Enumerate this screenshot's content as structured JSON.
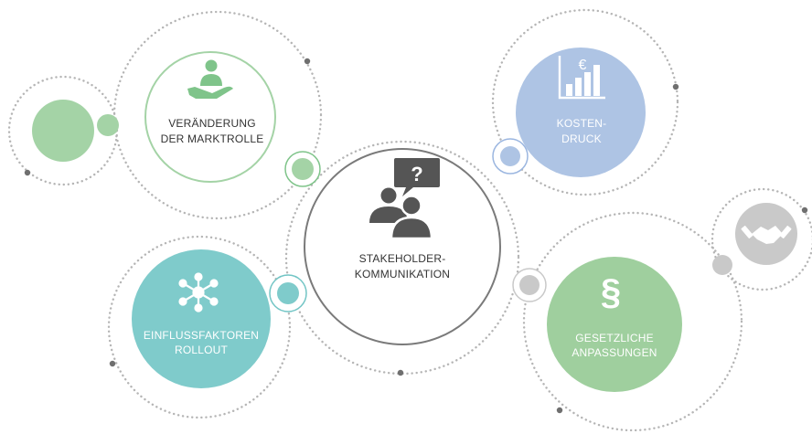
{
  "colors": {
    "green": "#a4d3a6",
    "green_dark": "#7fc48a",
    "teal": "#7fcbcb",
    "teal_ring": "#72c5c5",
    "blue": "#aec4e4",
    "blue_ring": "#9bb6e0",
    "sage": "#9fcf9e",
    "grey_ring": "#7a7a7a",
    "grey_light": "#c9c9c9",
    "dots": "#b5b5b5",
    "icon_dark": "#555555"
  },
  "nodes": {
    "center": {
      "line1": "STAKEHOLDER-",
      "line2": "KOMMUNIKATION",
      "icon": "people-question-icon"
    },
    "top_left": {
      "line1": "VERÄNDERUNG",
      "line2": "DER MARKTROLLE",
      "icon": "hand-person-icon"
    },
    "bottom_left": {
      "line1": "EINFLUSSFAKTOREN",
      "line2": "ROLLOUT",
      "icon": "network-hub-icon"
    },
    "top_right": {
      "line1": "KOSTEN-",
      "line2": "DRUCK",
      "icon": "euro-chart-icon"
    },
    "bottom_right": {
      "line1": "GESETZLICHE",
      "line2": "ANPASSUNGEN",
      "icon": "paragraph-icon",
      "symbol": "§"
    },
    "far_right": {
      "icon": "handshake-icon"
    }
  }
}
